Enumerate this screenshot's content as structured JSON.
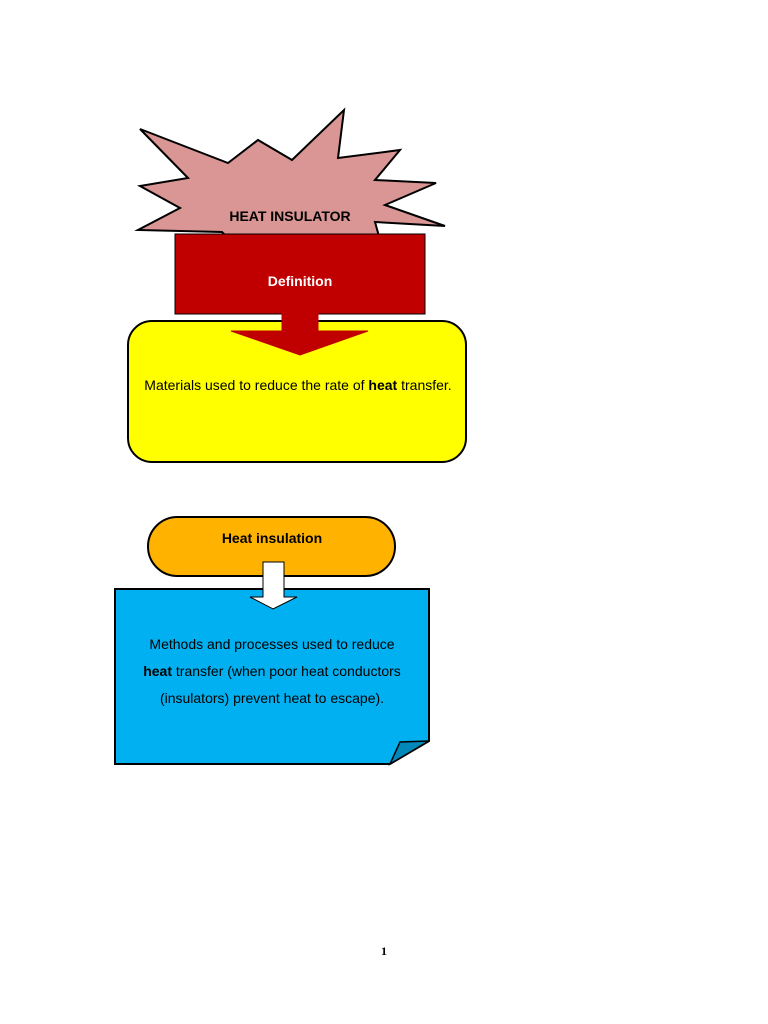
{
  "colors": {
    "burst_fill": "#d99694",
    "definition_fill": "#c00000",
    "definition_box_fill": "#ffff00",
    "insulation_pill_fill": "#ffb300",
    "insulation_box_fill": "#00b0f0",
    "outline": "#000000"
  },
  "diagram": {
    "title": "HEAT INSULATOR",
    "definition": {
      "label": "Definition",
      "text_before": "Materials used to reduce the rate of ",
      "text_bold": "heat",
      "text_after": " transfer."
    },
    "insulation": {
      "label": "Heat insulation",
      "line1": "Methods and processes used to reduce",
      "line2_bold": "heat",
      "line2_rest": " transfer (when poor heat conductors",
      "line3": "(insulators) prevent heat to escape)."
    }
  },
  "page": {
    "number": "1"
  }
}
